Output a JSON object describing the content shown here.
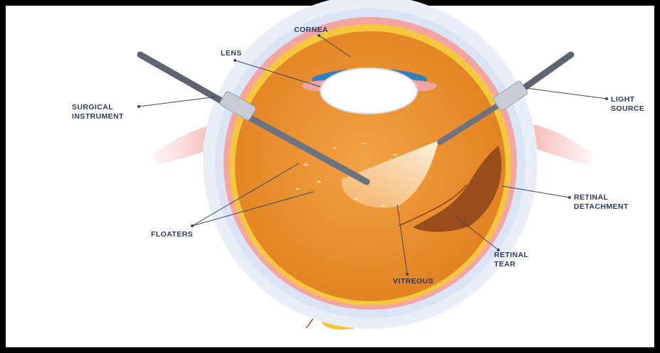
{
  "labels": {
    "cornea": "CORNEA",
    "lens": "LENS",
    "surgical_1": "SURGICAL",
    "surgical_2": "INSTRUMENT",
    "light_1": "LIGHT",
    "light_2": "SOURCE",
    "detach_1": "RETINAL",
    "detach_2": "DETACHMENT",
    "floaters": "FLOATERS",
    "tear_1": "RETINAL",
    "tear_2": "TEAR",
    "vitreous": "VITREOUS"
  }
}
